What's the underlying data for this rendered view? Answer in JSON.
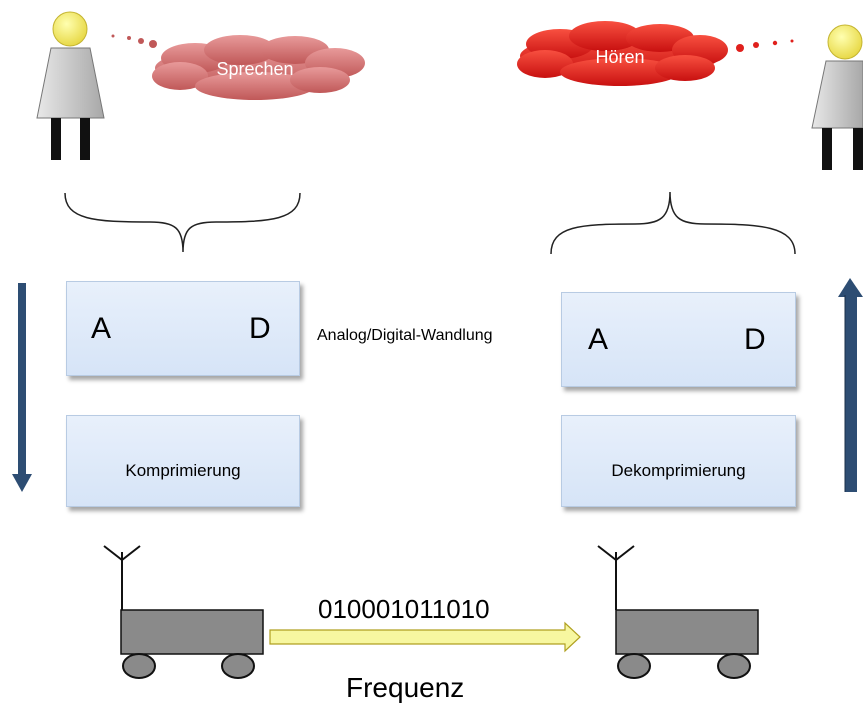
{
  "clouds": {
    "speak": "Sprechen",
    "hear": "Hören"
  },
  "sender": {
    "ad_left": "A",
    "ad_right": "D",
    "compression": "Komprimierung"
  },
  "receiver": {
    "ad_left": "A",
    "ad_right": "D",
    "decompression": "Dekomprimierung"
  },
  "conversion_label": "Analog/Digital-Wandlung",
  "bitstream": "010001011010",
  "frequency_label": "Frequenz",
  "colors": {
    "speak_cloud": "#d06a6a",
    "hear_cloud": "#e0201c",
    "arrow_blue": "#2d4d73",
    "data_arrow": "#f7f7a0",
    "box_fill": "#dce8f8",
    "cart": "#8a8a8a",
    "person_head": "#f2e85a",
    "person_body": "#c9c9c9"
  },
  "icons": [
    "person-icon",
    "thought-cloud-icon",
    "brace-icon",
    "arrow-icon",
    "antenna-cart-icon"
  ]
}
